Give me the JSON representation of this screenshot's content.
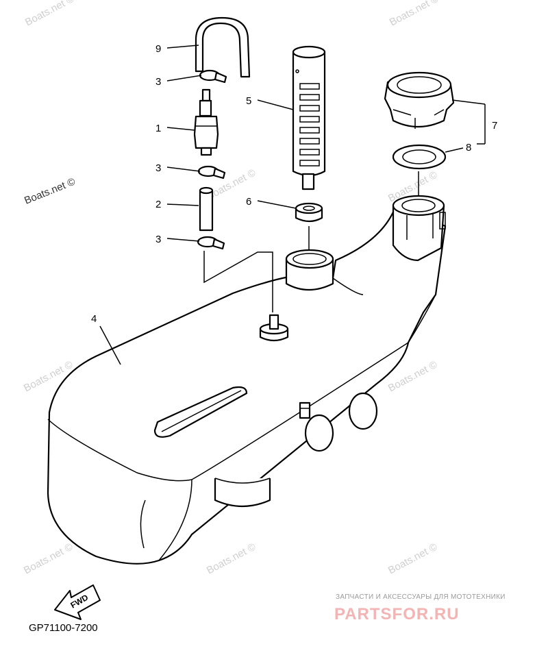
{
  "callouts": {
    "c9": "9",
    "c3a": "3",
    "c1": "1",
    "c3b": "3",
    "c2": "2",
    "c3c": "3",
    "c5": "5",
    "c6": "6",
    "c7": "7",
    "c8": "8",
    "c4": "4"
  },
  "watermark": "Boats.net ©",
  "part_code": "GP71100-7200",
  "fwd_label": "FWD",
  "brand": {
    "tagline": "ЗАПЧАСТИ И АКСЕССУАРЫ ДЛЯ МОТОТЕХНИКИ",
    "logo": "PARTSFOR.RU"
  },
  "colors": {
    "line": "#000000",
    "watermark": "#cfcfcf",
    "brand": "#f3b4b4"
  }
}
